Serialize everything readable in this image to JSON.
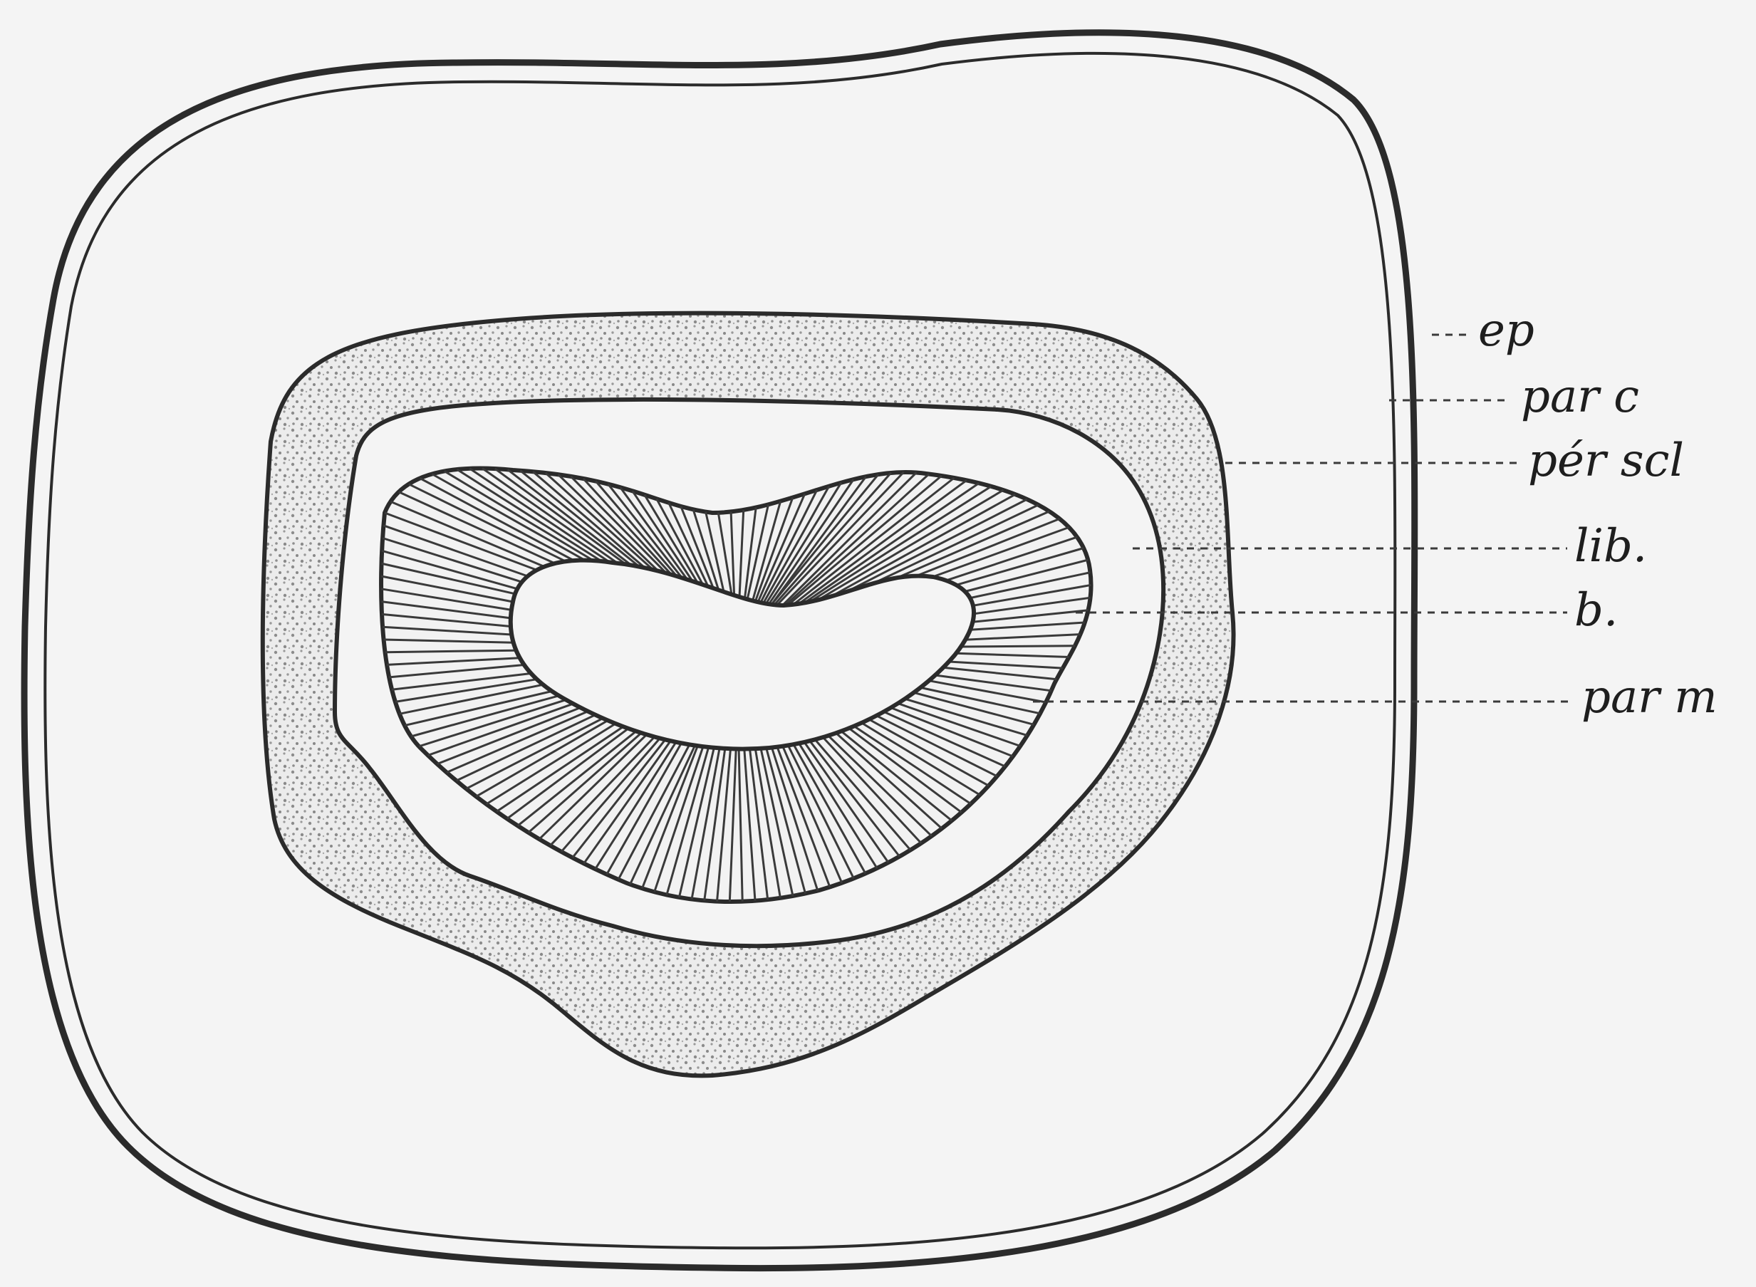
{
  "figure": {
    "labels": [
      {
        "id": "ep",
        "text": "ep"
      },
      {
        "id": "par-c",
        "text": "par c"
      },
      {
        "id": "pér-scl",
        "text": "pér scl"
      },
      {
        "id": "lib",
        "text": "lib."
      },
      {
        "id": "b",
        "text": "b."
      },
      {
        "id": "par-m",
        "text": "par m"
      }
    ],
    "colors": {
      "ink": "#2b2b2b",
      "paper": "#f4f4f4",
      "stipple": "#9a9a9a"
    }
  }
}
